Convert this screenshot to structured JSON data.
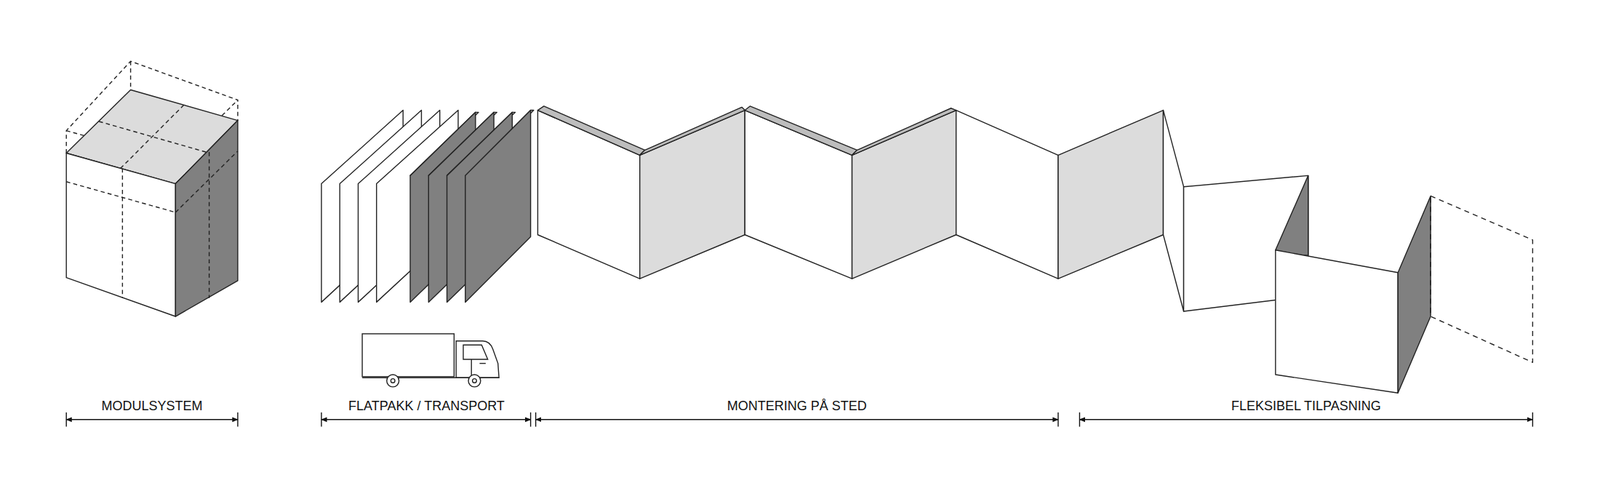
{
  "diagram": {
    "labels": [
      "MODULSYSTEM",
      "FLATPAKK / TRANSPORT",
      "MONTERING PÅ STED",
      "FLEKSIBEL TILPASNING"
    ]
  }
}
